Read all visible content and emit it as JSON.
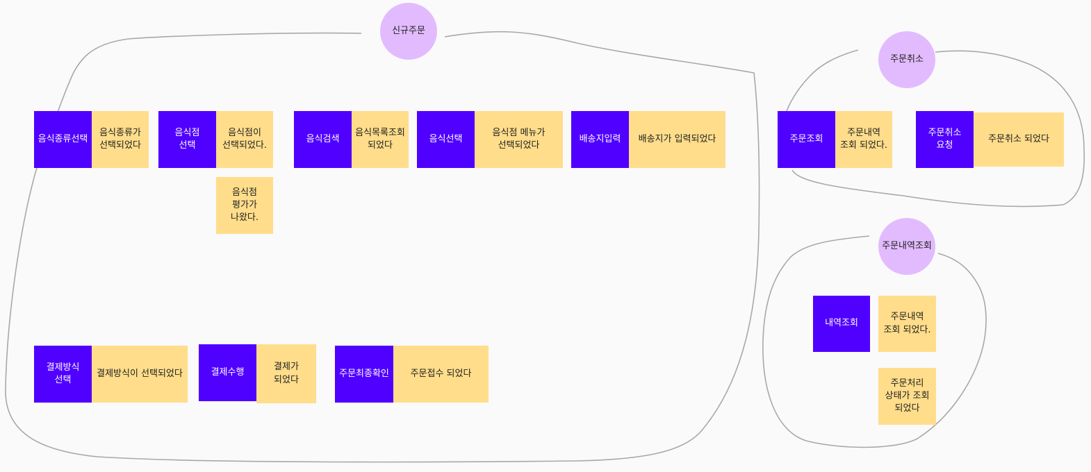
{
  "colors": {
    "canvas": "#fafafa",
    "command": "#5000ff",
    "event": "#ffdd8b",
    "group": "#e2bbff",
    "outline": "#a8a8a8"
  },
  "groups": {
    "new_order": "신규주문",
    "cancel": "주문취소",
    "history": "주문내역조회"
  },
  "notes": {
    "food_category_select": "음식종류선택",
    "food_category_selected": "음식종류가\n선택되었다",
    "restaurant_select": "음식점\n선택",
    "restaurant_selected": "음식점이\n선택되었다.",
    "restaurant_rated": "음식점\n평가가\n나왔다.",
    "food_search": "음식검색",
    "food_list_viewed": "음식목록조회\n되었다",
    "food_select": "음식선택",
    "menu_selected": "음식점 메뉴가\n선택되었다",
    "address_input": "배송지입력",
    "address_entered": "배송지가 입력되었다",
    "payment_method_select": "결제방식\n선택",
    "payment_method_selected": "결제방식이 선택되었다",
    "payment_execute": "결제수행",
    "payment_done": "결제가\n되었다",
    "order_final_confirm": "주문최종확인",
    "order_received": "주문접수 되었다",
    "order_lookup": "주문조회",
    "order_history_viewed": "주문내역\n조회 되었다.",
    "cancel_request": "주문취소\n요청",
    "order_cancelled": "주문취소 되었다",
    "history_lookup": "내역조회",
    "history_viewed": "주문내역\n조회 되었다.",
    "status_viewed": "주문처리\n상태가 조회\n되었다"
  }
}
